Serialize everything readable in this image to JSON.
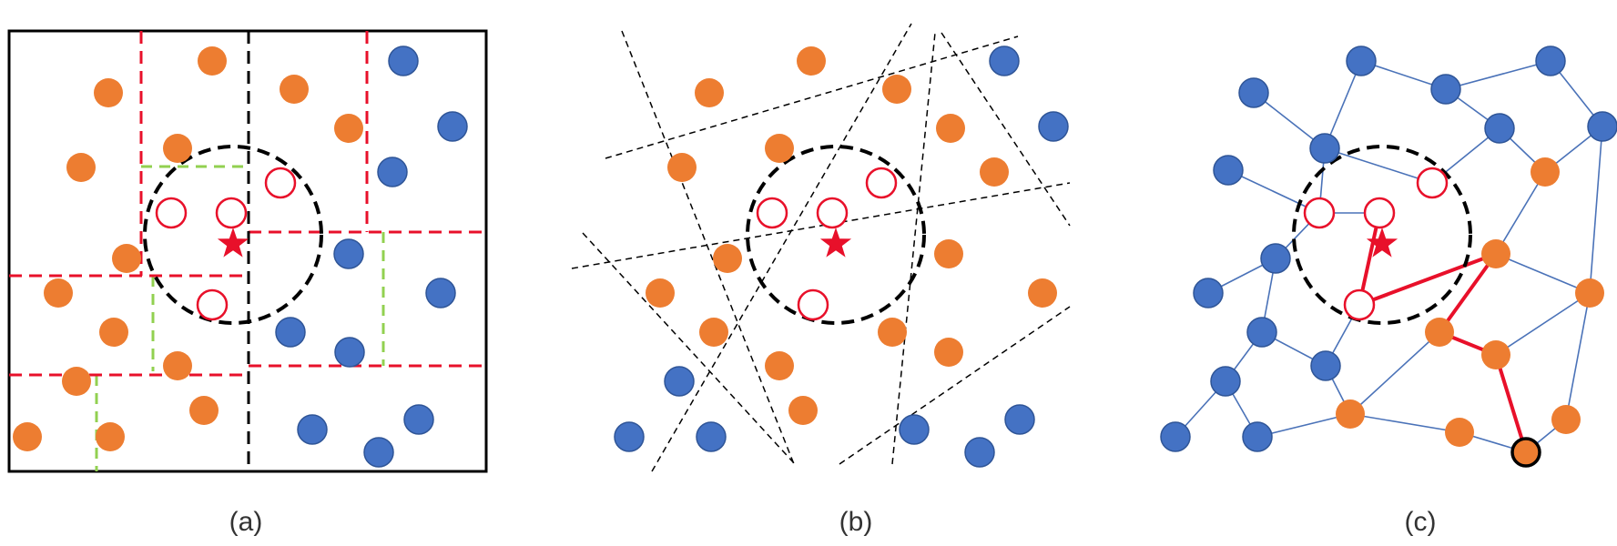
{
  "captions": {
    "a": "(a)",
    "b": "(b)",
    "c": "(c)"
  },
  "colors": {
    "orange": "#ED7D31",
    "blue": "#4472C4",
    "blue_stroke": "#2F5597",
    "red": "#E8102A",
    "green_dashed": "#92D050",
    "black": "#000000",
    "edge_blue": "#4A72B8"
  },
  "icons": {
    "query": "star-icon",
    "candidate": "hollow-circle",
    "target": "orange-node-black-ring"
  }
}
